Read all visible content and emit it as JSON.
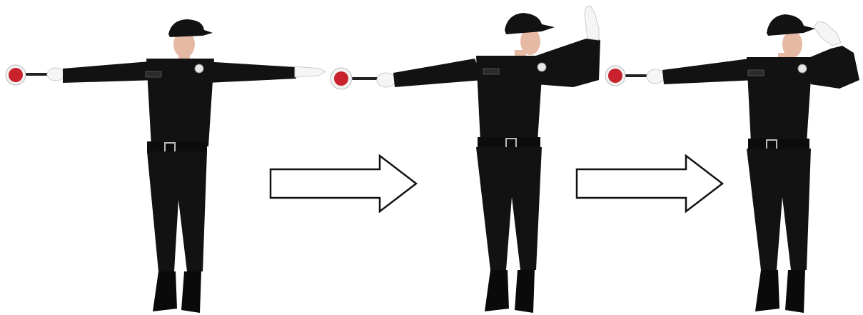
{
  "sequence": {
    "steps": [
      {
        "pose": "arms-extended-horizontal",
        "signal_disc": "red-baton-left-hand",
        "right_hand": "extended-horizontal"
      },
      {
        "pose": "right-arm-raised-vertical",
        "signal_disc": "red-baton-left-hand",
        "right_hand": "raised-open-palm"
      },
      {
        "pose": "right-hand-salute",
        "signal_disc": "red-baton-left-hand",
        "right_hand": "at-cap-brim"
      }
    ],
    "arrows": [
      "right-arrow-icon",
      "right-arrow-icon"
    ]
  },
  "colors": {
    "background": "#ffffff",
    "uniform": "#121212",
    "disc_red": "#c8232c",
    "disc_rim": "#f2f2f2",
    "gloves": "#f5f5f5",
    "skin": "#e5b9a4",
    "arrow_stroke": "#111111",
    "arrow_fill": "#ffffff"
  }
}
